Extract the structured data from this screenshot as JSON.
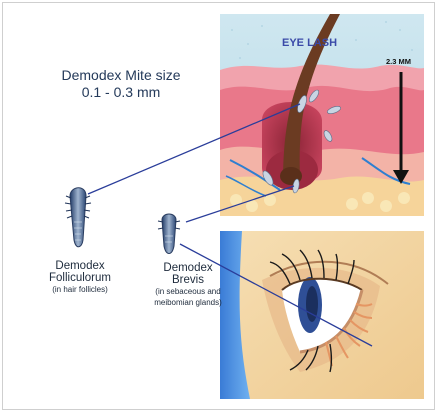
{
  "title": {
    "line1": "Demodex Mite size",
    "line2": "0.1 - 0.3 mm"
  },
  "eyelash_panel": {
    "label": "EYE LASH",
    "measure": "2.3 MM"
  },
  "mites": [
    {
      "name_line1": "Demodex",
      "name_line2": "Folliculorum",
      "note_line1": "(in hair follicles)",
      "note_line2": ""
    },
    {
      "name_line1": "Demodex",
      "name_line2": "Brevis",
      "note_line1": "(in sebaceous and",
      "note_line2": "meibomian glands)"
    }
  ],
  "colors": {
    "skin_pink": "#e9788a",
    "skin_deep": "#b8304a",
    "lash_brown": "#6b3b22",
    "pointer_line": "#2a3d9a",
    "eye_bg": "#f3d8a8"
  }
}
